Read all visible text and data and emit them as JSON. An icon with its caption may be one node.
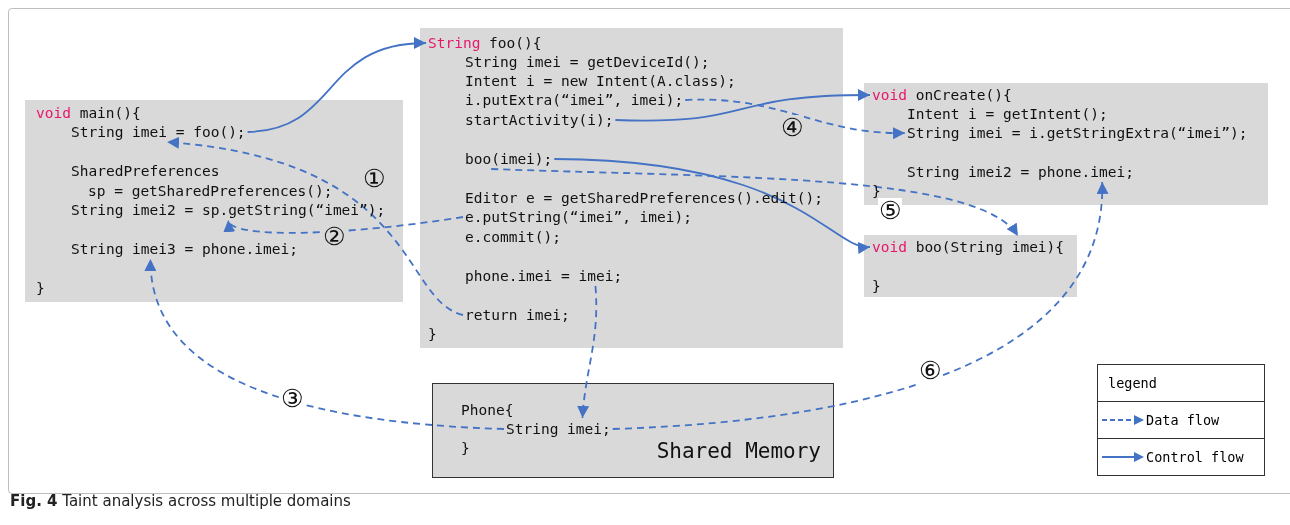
{
  "diagram": {
    "caption": "**Fig. 4** Taint analysis across multiple domains",
    "nodes": [
      {
        "text": [],
        "shape": "box"
      },
      {
        "text": [
          "void main(){"
        ],
        "in": 0
      },
      {
        "text": [
          "String imei = foo();"
        ],
        "in": 0
      },
      {
        "text": [
          "SharedPreferences",
          "sp = getSharedPreferences();"
        ],
        "in": 0
      },
      {
        "text": [
          "String imei2 = sp.getString(“imei”);"
        ],
        "in": 0
      },
      {
        "text": [
          "String imei3 = phone.imei;"
        ],
        "in": 0
      },
      {
        "text": [
          "}"
        ],
        "in": 0
      },
      {
        "text": [],
        "shape": "box"
      },
      {
        "text": [
          "String foo(){"
        ],
        "in": 7
      },
      {
        "text": [
          "String imei = getDeviceId();"
        ],
        "in": 7
      },
      {
        "text": [
          "Intent i = new Intent(A.class);"
        ],
        "in": 7
      },
      {
        "text": [
          "i.putExtra(“imei”, imei);"
        ],
        "in": 7
      },
      {
        "text": [
          "startActivity(i);"
        ],
        "in": 7
      },
      {
        "text": [
          "boo(imei);"
        ],
        "in": 7
      },
      {
        "text": [
          "Editor e = getSharedPreferences().edit();"
        ],
        "in": 7
      },
      {
        "text": [
          "e.putString(“imei”, imei);"
        ],
        "in": 7
      },
      {
        "text": [
          "e.commit();"
        ],
        "in": 7
      },
      {
        "text": [
          "phone.imei = imei;"
        ],
        "in": 7
      },
      {
        "text": [
          "return imei;"
        ],
        "in": 7
      },
      {
        "text": [
          "}"
        ],
        "in": 7
      },
      {
        "text": [],
        "shape": "box"
      },
      {
        "text": [
          "void onCreate(){"
        ],
        "in": 20
      },
      {
        "text": [
          "Intent i = getIntent();"
        ],
        "in": 20
      },
      {
        "text": [
          "String imei = i.getStringExtra(“imei”);"
        ],
        "in": 20
      },
      {
        "text": [
          "String imei2 = phone.imei;"
        ],
        "in": 20
      },
      {
        "text": [
          "}"
        ],
        "in": 20
      },
      {
        "text": [],
        "shape": "box"
      },
      {
        "text": [
          "void boo(String imei){"
        ],
        "in": 26
      },
      {
        "text": [
          "}"
        ],
        "in": 26
      },
      {
        "text": [
          "Shared Memory"
        ]
      },
      {
        "text": [
          "Phone{"
        ],
        "in": 29
      },
      {
        "text": [
          "String imei;"
        ],
        "in": 29
      },
      {
        "text": [
          "}"
        ],
        "in": 29
      }
    ],
    "edges": [
      {
        "from": 2,
        "to": 8,
        "arrow": "to"
      },
      {
        "from": 12,
        "to": 21,
        "arrow": "to"
      },
      {
        "from": 13,
        "to": 27,
        "arrow": "to"
      },
      {
        "from": 18,
        "to": 2,
        "arrow": "to",
        "label": "①",
        "style": "dashed"
      },
      {
        "from": 15,
        "to": 4,
        "arrow": "to",
        "label": "②",
        "style": "dashed"
      },
      {
        "from": 31,
        "to": 5,
        "arrow": "to",
        "label": "③",
        "style": "dashed"
      },
      {
        "from": 11,
        "to": 23,
        "arrow": "to",
        "label": "④",
        "style": "dashed"
      },
      {
        "from": 13,
        "to": 27,
        "arrow": "to",
        "label": "⑤",
        "style": "dashed"
      },
      {
        "from": 31,
        "to": 24,
        "arrow": "to",
        "label": "⑥",
        "style": "dashed"
      },
      {
        "from": 17,
        "to": 31,
        "arrow": "to",
        "style": "dashed"
      }
    ],
    "labels": [
      "legend"
    ],
    "legend": [
      {
        "text": "Data flow"
      },
      {
        "text": "Control flow"
      }
    ]
  }
}
